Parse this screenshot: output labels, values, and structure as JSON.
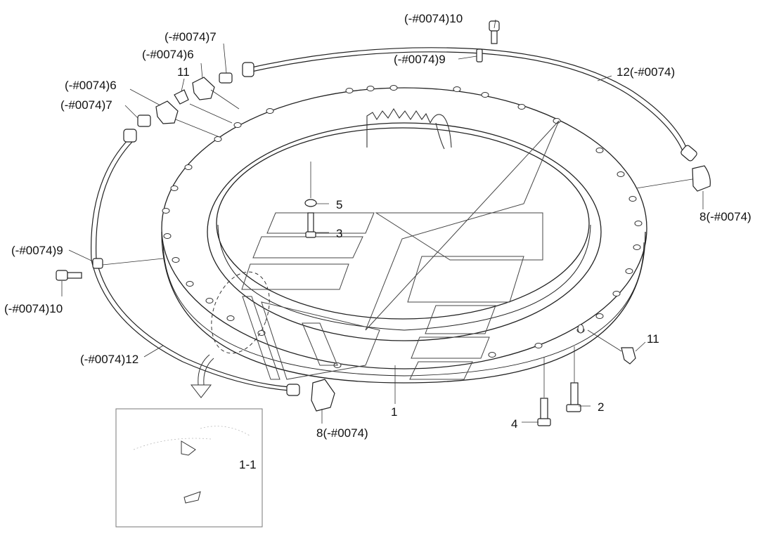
{
  "diagram": {
    "callouts": [
      {
        "id": "c-10-top",
        "text": "(-#0074)10"
      },
      {
        "id": "c-9-top",
        "text": "(-#0074)9"
      },
      {
        "id": "c-12-right",
        "text": "12(-#0074)"
      },
      {
        "id": "c-7-top",
        "text": "(-#0074)7"
      },
      {
        "id": "c-6-top",
        "text": "(-#0074)6"
      },
      {
        "id": "c-11-top",
        "text": "11"
      },
      {
        "id": "c-6-left",
        "text": "(-#0074)6"
      },
      {
        "id": "c-7-left",
        "text": "(-#0074)7"
      },
      {
        "id": "c-8-right",
        "text": "8(-#0074)"
      },
      {
        "id": "c-5",
        "text": "5"
      },
      {
        "id": "c-3",
        "text": "3"
      },
      {
        "id": "c-9-left",
        "text": "(-#0074)9"
      },
      {
        "id": "c-10-left",
        "text": "(-#0074)10"
      },
      {
        "id": "c-12-left",
        "text": "(-#0074)12"
      },
      {
        "id": "c-11-right",
        "text": "11"
      },
      {
        "id": "c-2",
        "text": "2"
      },
      {
        "id": "c-4",
        "text": "4"
      },
      {
        "id": "c-1",
        "text": "1"
      },
      {
        "id": "c-8-bottom",
        "text": "8(-#0074)"
      },
      {
        "id": "c-1-1",
        "text": "1-1"
      }
    ]
  }
}
